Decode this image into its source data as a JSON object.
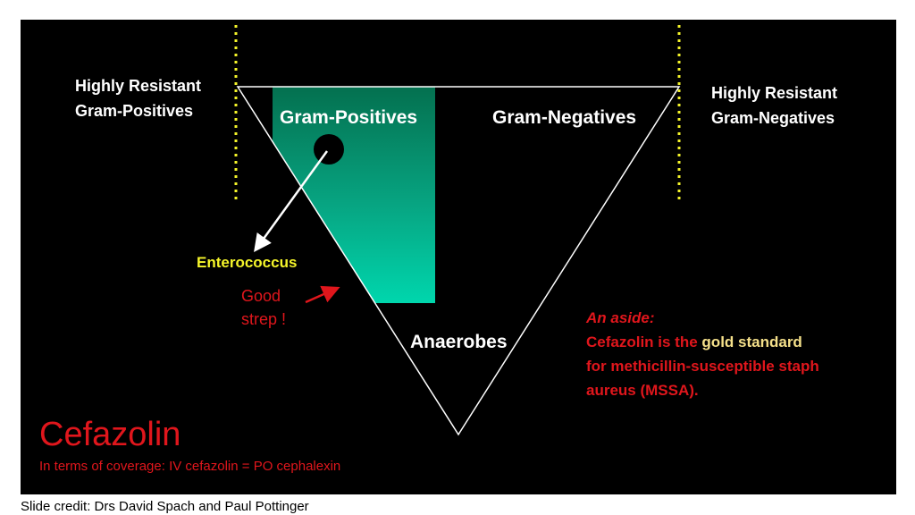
{
  "diagram": {
    "left_label": [
      "Highly Resistant",
      "Gram-Positives"
    ],
    "right_label": [
      "Highly Resistant",
      "Gram-Negatives"
    ],
    "gram_positives": "Gram-Positives",
    "gram_negatives": "Gram-Negatives",
    "anaerobes": "Anaerobes",
    "enterococcus": "Enterococcus",
    "good_strep": [
      "Good",
      "strep !"
    ]
  },
  "aside": {
    "intro": "An aside:",
    "line1_a": "Cefazolin is the ",
    "line1_gold": "gold standard",
    "line2": "for methicillin-susceptible staph",
    "line3": "aureus (MSSA)."
  },
  "title": "Cefazolin",
  "subtitle": "In terms of coverage:  IV cefazolin = PO cephalexin",
  "credit": "Slide credit: Drs David Spach and Paul Pottinger",
  "colors": {
    "background": "#000000",
    "teal": "#00c9a0",
    "yellow": "#f5f52a",
    "red": "#e0161c",
    "gold": "#f5e08a"
  }
}
